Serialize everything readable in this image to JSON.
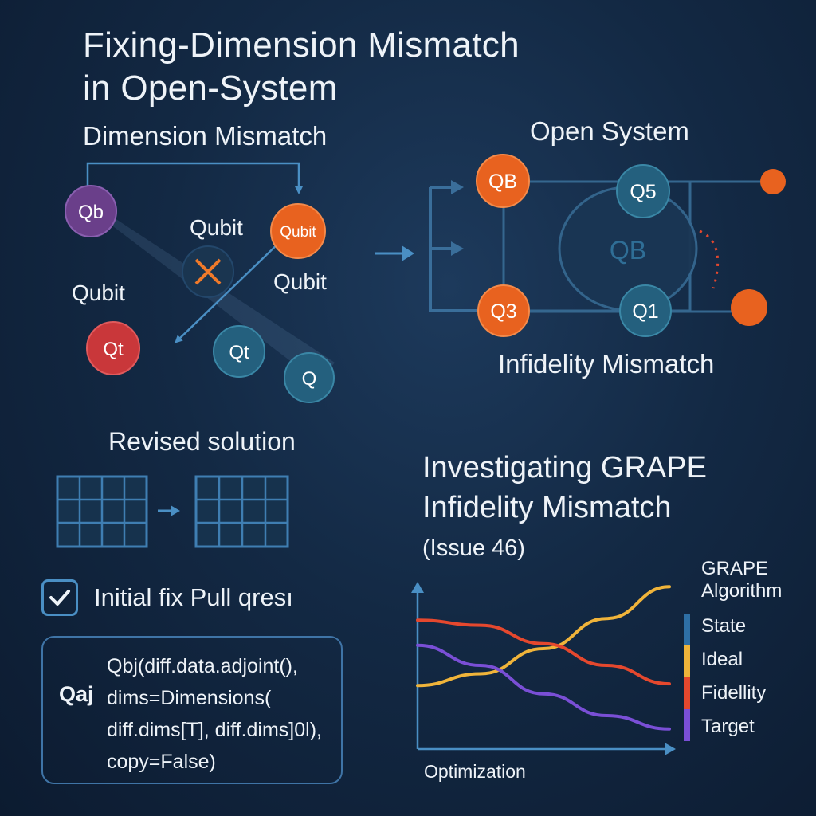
{
  "title": {
    "line1": "Fixing-Dimension Mismatch",
    "line2": "in Open-System"
  },
  "left_diagram": {
    "heading": "Dimension Mismatch",
    "labels": [
      "Qubit",
      "Qubit",
      "Qubit"
    ],
    "nodes": [
      "Qb",
      "Qubit",
      "Qt",
      "Qt",
      "Q"
    ]
  },
  "open_system": {
    "heading": "Open System",
    "nodes": [
      "QB",
      "Q5",
      "QB",
      "Q3",
      "Q1"
    ],
    "caption": "Infidelity Mismatch"
  },
  "revised": {
    "heading": "Revised solution"
  },
  "fix": {
    "label": "Initial fix Pull qresı"
  },
  "code": {
    "prefix": "Qaj",
    "lines": [
      "Qbj(diff.data.adjoint(),",
      "dims=Dimensions(",
      "diff.dims[T], diff.dims]0l),",
      "copy=False)"
    ]
  },
  "grape": {
    "title_line1": "Investigating GRAPE",
    "title_line2": "Infidelity Mismatch",
    "issue": "(Issue 46)"
  },
  "chart_data": {
    "type": "line",
    "title": "",
    "xlabel": "Optimization",
    "ylabel": "",
    "x": [
      0,
      0.25,
      0.5,
      0.75,
      1
    ],
    "series": [
      {
        "color": "#f0b43a",
        "values": [
          0.38,
          0.45,
          0.6,
          0.78,
          0.97
        ]
      },
      {
        "color": "#e5482e",
        "values": [
          0.77,
          0.74,
          0.63,
          0.5,
          0.39
        ]
      },
      {
        "color": "#7a4fd6",
        "values": [
          0.62,
          0.5,
          0.33,
          0.2,
          0.12
        ]
      }
    ],
    "legend": {
      "heading_line1": "GRAPE",
      "heading_line2": "Algorithm",
      "items": [
        {
          "label": "State",
          "color": "#2e6fa5"
        },
        {
          "label": "Ideal",
          "color": "#f0b43a"
        },
        {
          "label": "Fidellity",
          "color": "#e5482e"
        },
        {
          "label": "Target",
          "color": "#7a4fd6"
        }
      ]
    }
  }
}
